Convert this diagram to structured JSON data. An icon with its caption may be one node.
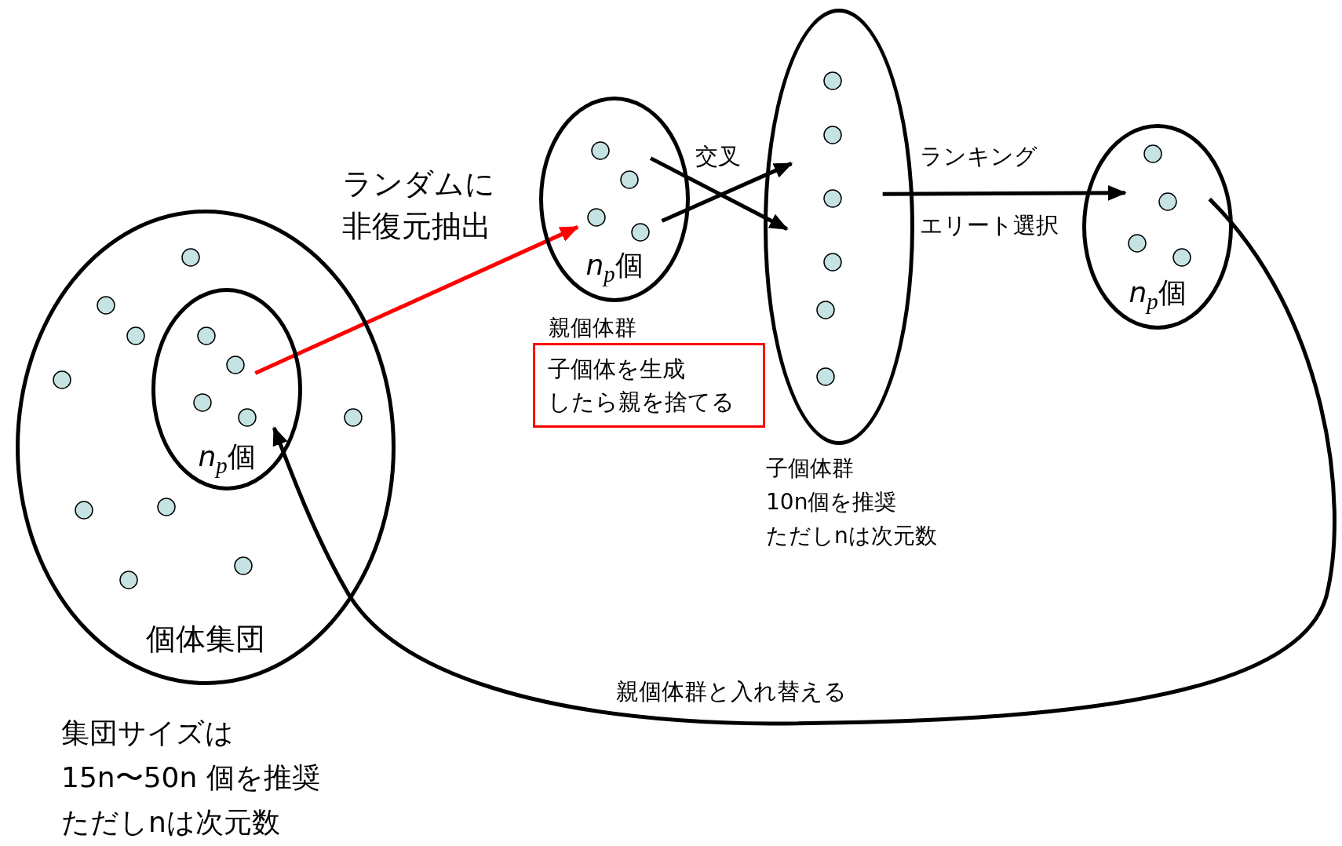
{
  "diagram": {
    "nodes": [
      {
        "text": [
          "個体集団"
        ],
        "beside": [
          "集団サイズは",
          "15n〜50n 個を推奨",
          "ただしnは次元数"
        ]
      },
      {
        "text": [
          "*n*$_{p}$個"
        ],
        "in": 0
      },
      {
        "text": [
          "*n*$_{p}$個"
        ],
        "beside": [
          "親個体群"
        ]
      },
      {
        "text": [
          "子個体を生成",
          "したら親を捨てる"
        ]
      },
      {
        "text": [],
        "shape": "ellipse",
        "beside": [
          "子個体群",
          "10n個を推奨",
          "ただしnは次元数"
        ]
      },
      {
        "text": [
          "*n*$_{p}$個"
        ]
      }
    ],
    "edges": [
      {
        "from": 1,
        "to": 2,
        "arrow": "to",
        "label": "ランダムに非復元抽出",
        "color": "#ff0000"
      },
      {
        "from": 2,
        "to": 4,
        "arrow": "to",
        "label": "交叉"
      },
      {
        "from": 2,
        "to": 4,
        "arrow": "to"
      },
      {
        "from": 4,
        "to": 5,
        "arrow": "to",
        "label": "ランキング"
      },
      {
        "from": 5,
        "to": 1,
        "arrow": "to",
        "label": "親個体群と入れ替える"
      }
    ],
    "labels": [
      "エリート選択"
    ]
  }
}
